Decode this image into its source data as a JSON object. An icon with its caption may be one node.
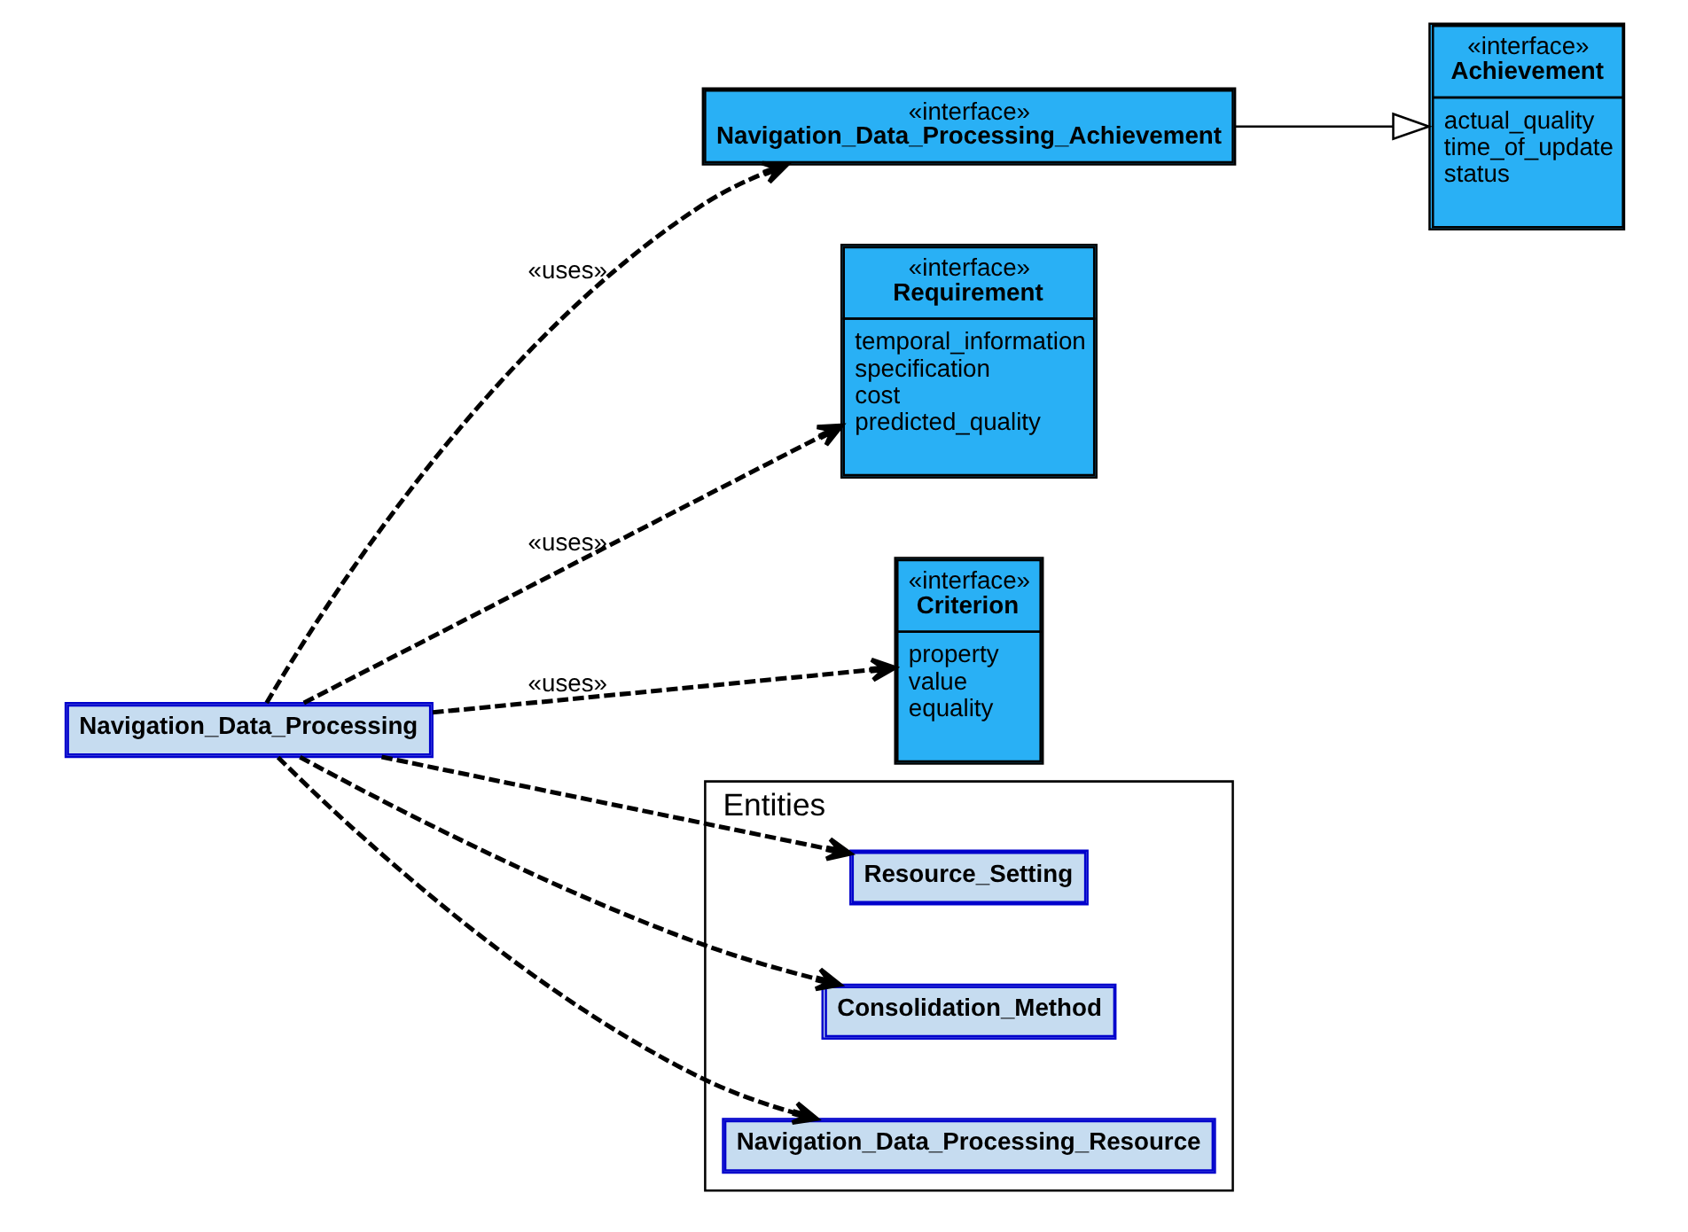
{
  "diagram": {
    "nodes": [
      {
        "text": [
          "«interface»",
          "Achievement",
          "actual_quality",
          "time_of_update",
          "status"
        ]
      },
      {
        "text": [
          "«interface»",
          "Navigation_Data_Processing_Achievement"
        ]
      },
      {
        "text": [
          "«interface»",
          "Requirement",
          "temporal_information",
          "specification",
          "cost",
          "predicted_quality"
        ]
      },
      {
        "text": [
          "«interface»",
          "Criterion",
          "property",
          "value",
          "equality"
        ]
      },
      {
        "text": [
          "Navigation_Data_Processing"
        ]
      },
      {
        "text": [
          "Entities"
        ]
      },
      {
        "text": [
          "Resource_Setting"
        ],
        "in": 5
      },
      {
        "text": [
          "Consolidation_Method"
        ],
        "in": 5
      },
      {
        "text": [
          "Navigation_Data_Processing_Resource"
        ],
        "in": 5
      }
    ],
    "edges": [
      {
        "from": 1,
        "to": 0,
        "arrow": "to"
      },
      {
        "from": 4,
        "to": 1,
        "arrow": "to",
        "label": "«uses»",
        "style": "dashed"
      },
      {
        "from": 4,
        "to": 2,
        "arrow": "to",
        "label": "«uses»",
        "style": "dashed"
      },
      {
        "from": 4,
        "to": 3,
        "arrow": "to",
        "label": "«uses»",
        "style": "dashed"
      },
      {
        "from": 4,
        "to": 6,
        "arrow": "to",
        "style": "dashed"
      },
      {
        "from": 4,
        "to": 8,
        "arrow": "to",
        "style": "dashed"
      },
      {
        "from": 4,
        "to": 7,
        "arrow": "to",
        "style": "dashed"
      }
    ]
  }
}
